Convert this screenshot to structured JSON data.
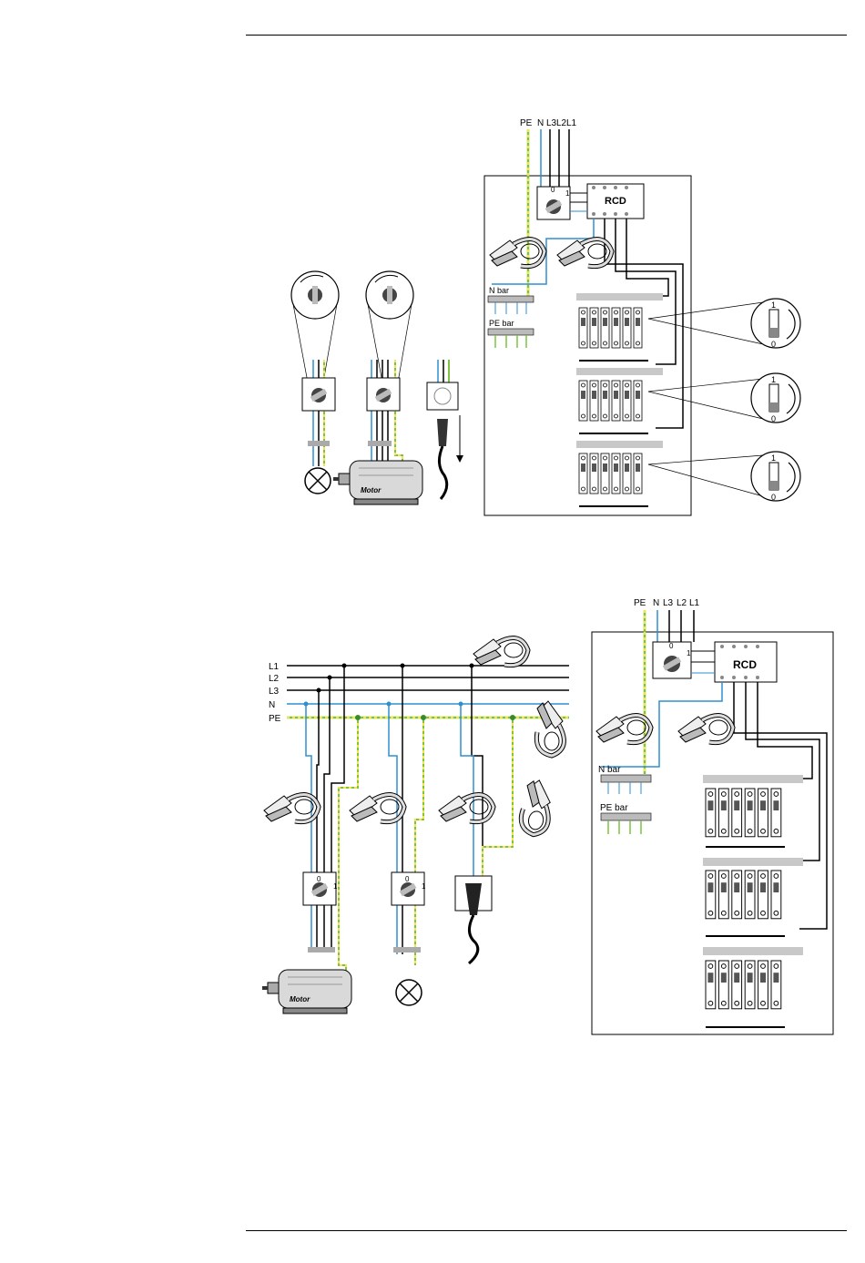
{
  "colors": {
    "neutral": "#2e8fd0",
    "pe": "#7dc241",
    "pe_dash": "#f0e64a",
    "wire": "#000000",
    "panel": "#ffffff",
    "grey": "#bfbfbf"
  },
  "top_diagram": {
    "supply_labels": {
      "pe": "PE",
      "n": "N",
      "l3": "L3",
      "l2": "L2",
      "l1": "L1"
    },
    "rcd_label": "RCD",
    "n_bar_label": "N bar",
    "pe_bar_label": "PE bar",
    "switch_zero": "0",
    "switch_one": "1",
    "breaker_on": "1",
    "breaker_off": "0",
    "motor_label": "Motor"
  },
  "bottom_diagram": {
    "bus_labels": [
      "L1",
      "L2",
      "L3",
      "N",
      "PE"
    ],
    "supply_labels": {
      "pe": "PE",
      "n": "N",
      "l3": "L3",
      "l2": "L2",
      "l1": "L1"
    },
    "rcd_label": "RCD",
    "n_bar_label": "N bar",
    "pe_bar_label": "PE bar",
    "switch_zero": "0",
    "switch_one": "1",
    "motor_label": "Motor"
  }
}
